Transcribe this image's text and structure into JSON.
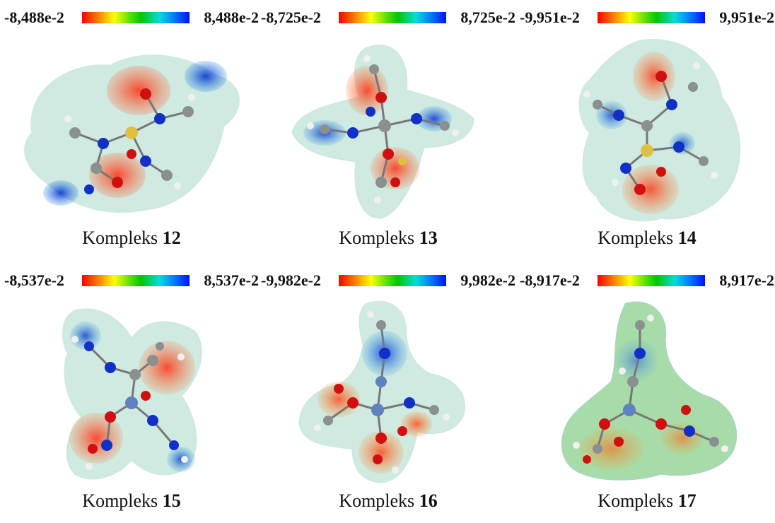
{
  "panels": [
    {
      "scale_min": "-8,488e-2",
      "scale_max": "8,488e-2",
      "caption_prefix": "Kompleks",
      "caption_number": "12"
    },
    {
      "scale_min": "-8,725e-2",
      "scale_max": "8,725e-2",
      "caption_prefix": "Kompleks",
      "caption_number": "13"
    },
    {
      "scale_min": "-9,951e-2",
      "scale_max": "9,951e-2",
      "caption_prefix": "Kompleks",
      "caption_number": "14"
    },
    {
      "scale_min": "-8,537e-2",
      "scale_max": "8,537e-2",
      "caption_prefix": "Kompleks",
      "caption_number": "15"
    },
    {
      "scale_min": "-9,982e-2",
      "scale_max": "9,982e-2",
      "caption_prefix": "Kompleks",
      "caption_number": "16"
    },
    {
      "scale_min": "-8,917e-2",
      "scale_max": "8,917e-2",
      "caption_prefix": "Kompleks",
      "caption_number": "17"
    }
  ],
  "colors": {
    "scale_gradient": [
      "#ff0000",
      "#ff7f00",
      "#ffff00",
      "#00c800",
      "#00dcdc",
      "#0010ff"
    ],
    "surface_neutral": "#a8d8c8",
    "surface_negative": "#e03010",
    "surface_positive": "#1040d0",
    "atom_carbon": "#8a9090",
    "atom_nitrogen": "#1030c8",
    "atom_oxygen": "#d01010",
    "atom_sulfur": "#e0c040",
    "atom_hydrogen": "#f0f0f0"
  }
}
